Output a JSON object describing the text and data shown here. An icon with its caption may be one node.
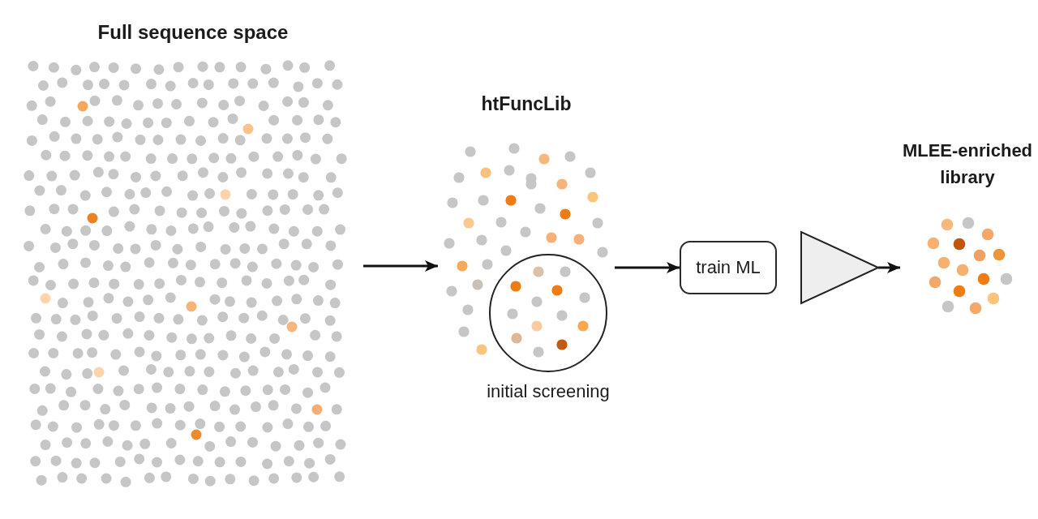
{
  "diagram": {
    "nodes": [
      {
        "text": [
          "Full sequence space"
        ]
      },
      {
        "text": [
          "htFuncLib"
        ]
      },
      {
        "text": [
          "initial screening"
        ],
        "in": 1
      },
      {
        "text": [
          "train ML"
        ]
      },
      {
        "text": [],
        "shape": "triangle"
      },
      {
        "text": [
          "MLEE-enriched library"
        ]
      }
    ],
    "edges": [
      {
        "from": 0,
        "to": 1,
        "arrow": "to"
      },
      {
        "from": 1,
        "to": 3,
        "arrow": "to"
      },
      {
        "from": 4,
        "to": 5,
        "arrow": "to"
      }
    ]
  }
}
